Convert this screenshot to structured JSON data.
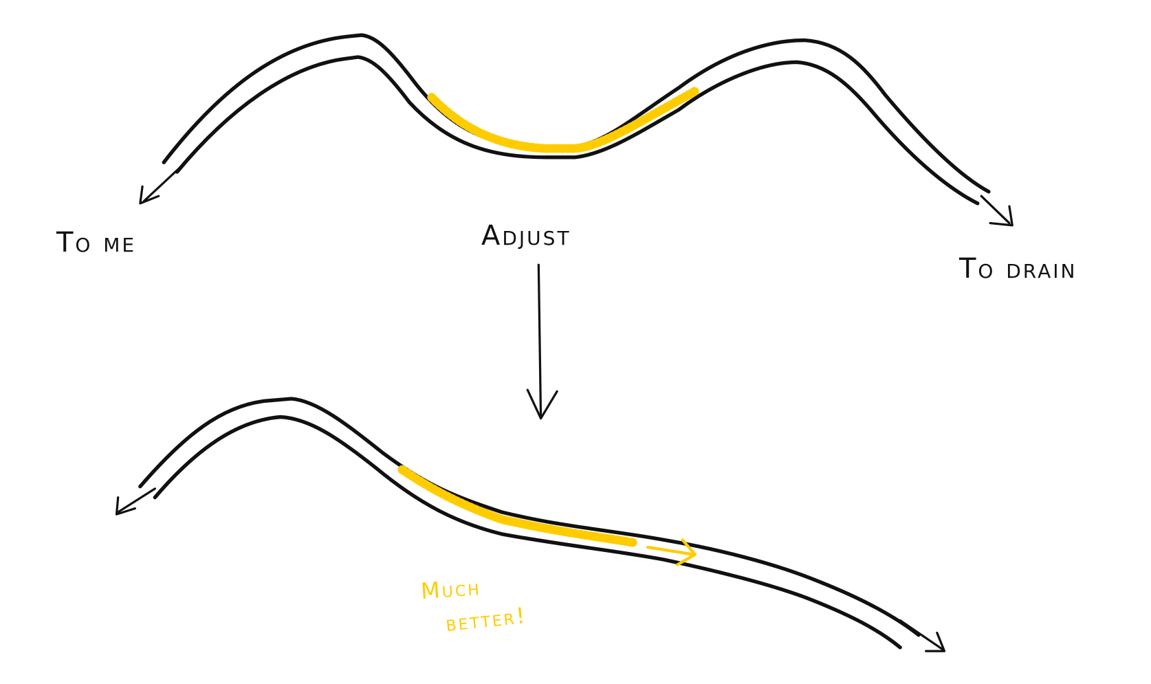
{
  "diagram": {
    "labels": {
      "to_me": "To me",
      "adjust": "Adjust",
      "to_drain": "To drain",
      "much": "Much",
      "better": "better!"
    },
    "colors": {
      "ink": "#111111",
      "highlight": "#FFCC00",
      "background": "#ffffff"
    },
    "icons": {
      "left_arrow_top": "arrow-down-left-icon",
      "right_arrow_top": "arrow-down-right-icon",
      "adjust_arrow": "arrow-down-icon",
      "left_arrow_bottom": "arrow-down-left-icon",
      "right_arrow_bottom": "arrow-down-right-icon",
      "flow_arrow": "arrow-right-icon"
    }
  }
}
